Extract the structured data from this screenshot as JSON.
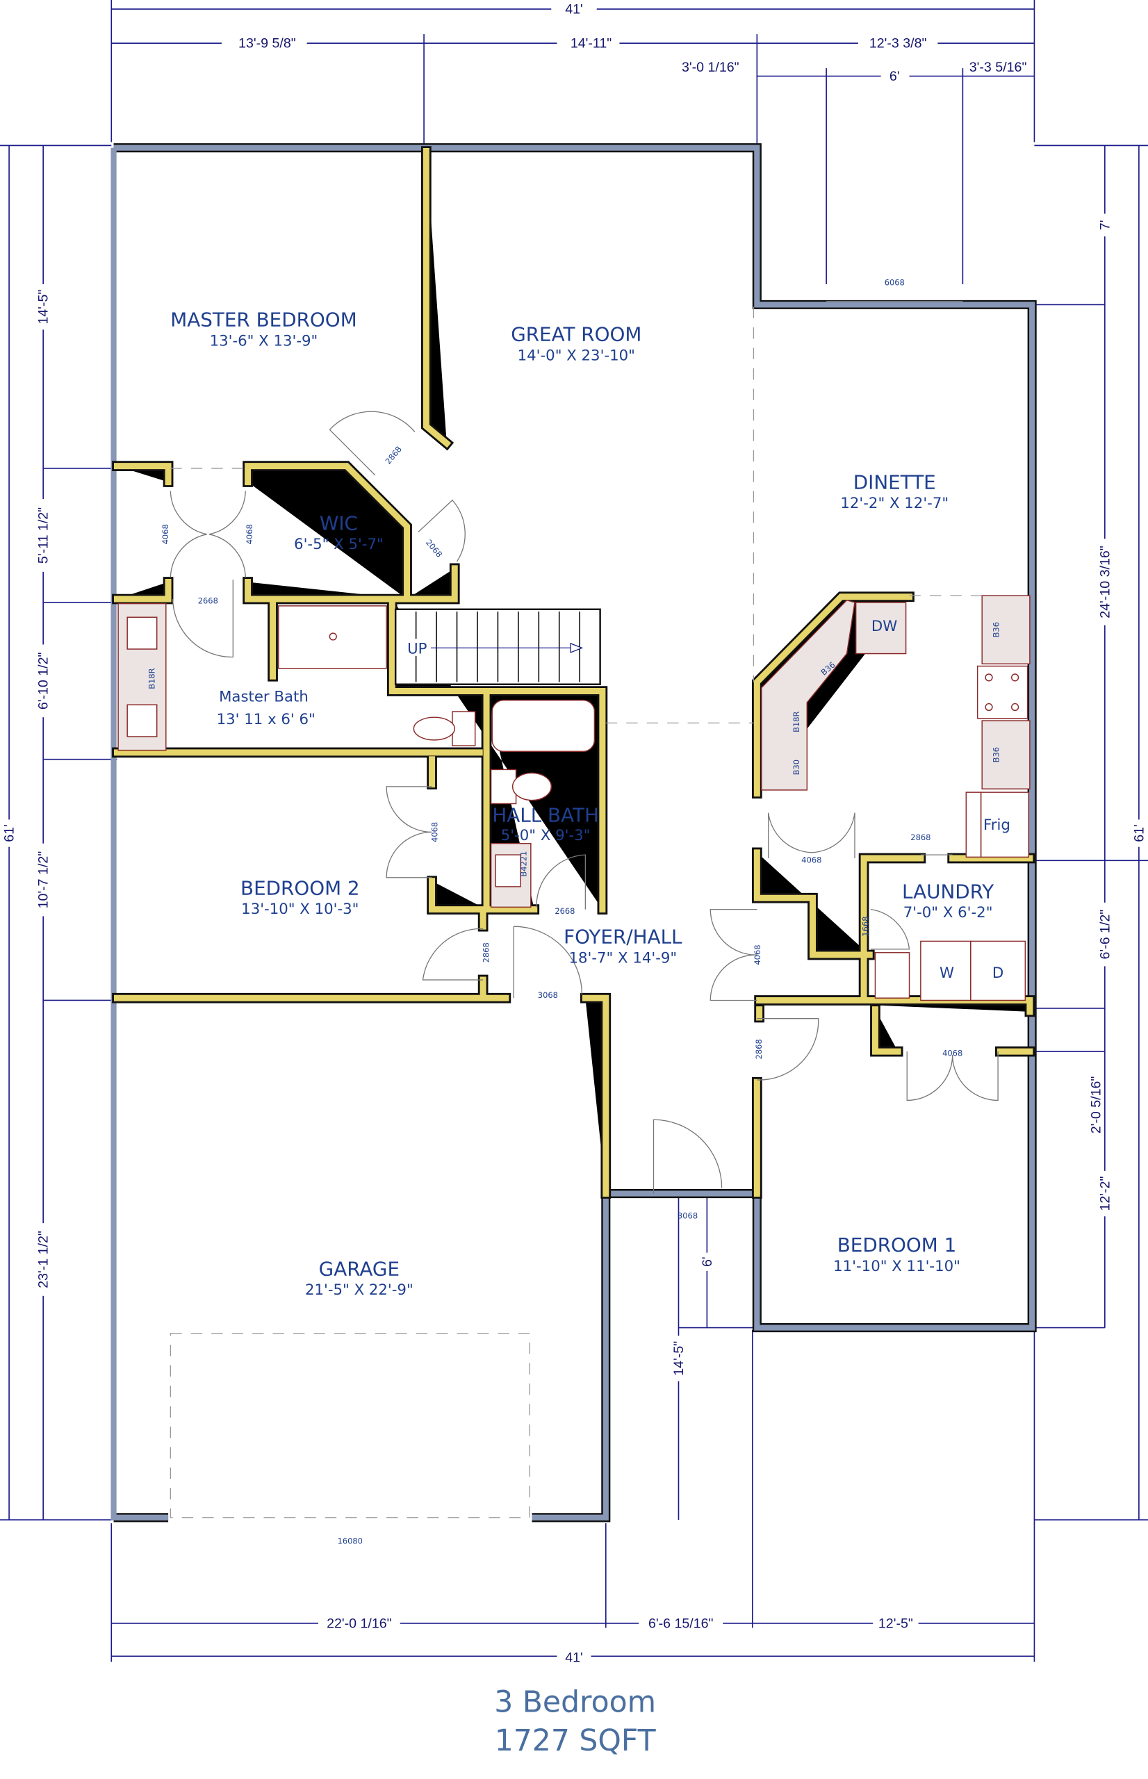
{
  "title": {
    "line1": "3 Bedroom",
    "line2": "1727 SQFT"
  },
  "colors": {
    "exterior_wall": "#8797b5",
    "interior_wall": "#e6d56a",
    "dimension": "#1a1a8a",
    "label": "#1f3f8f",
    "fixture": "#8b2a2a"
  },
  "rooms": {
    "master_bedroom": {
      "name": "MASTER BEDROOM",
      "size": "13'-6\" X 13'-9\""
    },
    "great_room": {
      "name": "GREAT ROOM",
      "size": "14'-0\" X 23'-10\""
    },
    "dinette": {
      "name": "DINETTE",
      "size": "12'-2\" X 12'-7\""
    },
    "wic": {
      "name": "WIC",
      "size": "6'-5\" X 5'-7\""
    },
    "master_bath": {
      "name": "Master Bath",
      "size": "13' 11 x 6' 6\""
    },
    "hall_bath": {
      "name": "HALL BATH",
      "size": "5'-0\" X 9'-3\""
    },
    "bedroom2": {
      "name": "BEDROOM 2",
      "size": "13'-10\" X 10'-3\""
    },
    "foyer": {
      "name": "FOYER/HALL",
      "size": "18'-7\" X 14'-9\""
    },
    "laundry": {
      "name": "LAUNDRY",
      "size": "7'-0\" X 6'-2\""
    },
    "bedroom1": {
      "name": "BEDROOM 1",
      "size": "11'-10\" X 11'-10\""
    },
    "garage": {
      "name": "GARAGE",
      "size": "21'-5\" X 22'-9\""
    }
  },
  "dimensions": {
    "top_total": "41'",
    "top": [
      "13'-9 5/8\"",
      "14'-11\"",
      "12'-3 3/8\""
    ],
    "top_sub": [
      "3'-0 1/16\"",
      "6'",
      "3'-3 5/16\""
    ],
    "left_total": "61'",
    "left": [
      "14'-5\"",
      "5'-11 1/2\"",
      "6'-10 1/2\"",
      "10'-7 1/2\"",
      "23'-1 1/2\""
    ],
    "right_total": "61'",
    "right": [
      "7'",
      "24'-10 3/16\"",
      "6'-6 1/2\"",
      "2'-0 5/16\"",
      "12'-2\""
    ],
    "bottom": [
      "22'-0 1/16\"",
      "6'-6 15/16\"",
      "12'-5\""
    ],
    "bottom_total": "41'",
    "entry_6": "6'",
    "entry_14": "14'-5\""
  },
  "codes": {
    "slider": "6068",
    "gr_door": "2868",
    "wic_door": "2068",
    "closet_a": "4068",
    "closet_b": "4068",
    "mb_door": "2668",
    "b2_closet": "4068",
    "hb_door": "2668",
    "b2_door": "2868",
    "front": "3068",
    "pantry": "4068",
    "kitchen": "2868",
    "laundry_door": "1668",
    "foyer_closet": "4068",
    "b1_door": "2868",
    "b1_closet": "4068",
    "garage_entry": "3068",
    "garage_door": "16080"
  },
  "fixtures": {
    "dw": "DW",
    "b36a": "B36",
    "b18r": "B18R",
    "b30": "B30",
    "b36b": "B36",
    "b36c": "B36",
    "frig": "Frig",
    "washer": "W",
    "dryer": "D",
    "mb_vanity": "B18R",
    "hb_vanity": "B4221",
    "stairs": "UP"
  }
}
